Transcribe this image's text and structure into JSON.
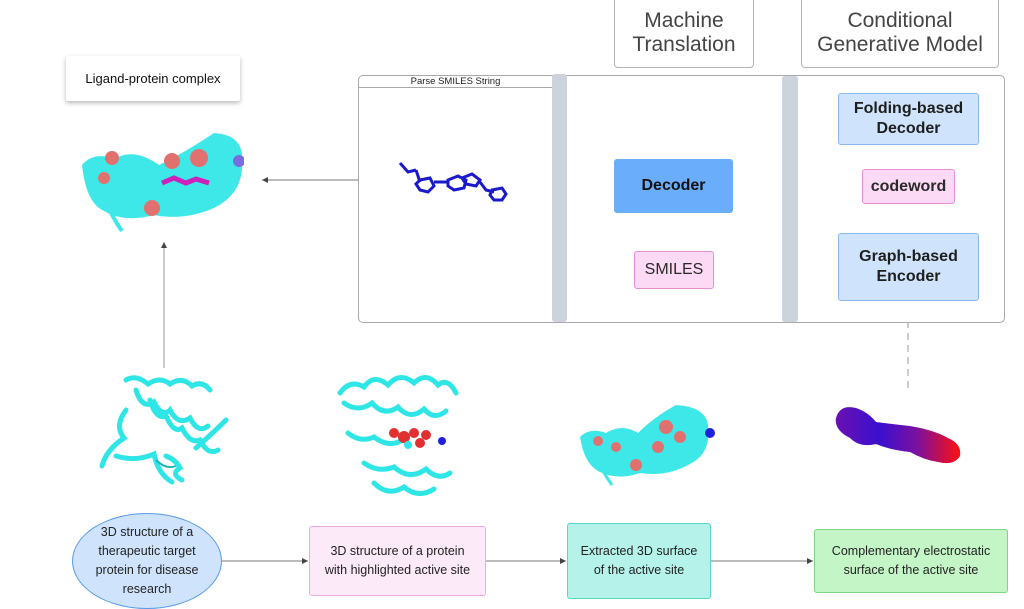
{
  "headers": {
    "machine_translation": "Machine\nTranslation",
    "conditional_generative_model": "Conditional\nGenerative Model"
  },
  "parse_smiles_panel": {
    "title": "Parse SMILES String"
  },
  "machine_translation_panel": {
    "decoder": "Decoder",
    "smiles": "SMILES"
  },
  "generative_panel": {
    "folding_decoder": "Folding-based\nDecoder",
    "codeword": "codeword",
    "graph_encoder": "Graph-based\nEncoder"
  },
  "ligand_label": "Ligand-protein complex",
  "pipeline": [
    {
      "label": "3D structure of a therapeutic target protein for disease research",
      "shape": "ellipse",
      "color": "#cfe4fc"
    },
    {
      "label": "3D structure of a protein with highlighted active site",
      "shape": "rect",
      "color": "#fdeaf9"
    },
    {
      "label": "Extracted 3D surface of the active site",
      "shape": "rect",
      "color": "#b5f2ea"
    },
    {
      "label": "Complementary electrostatic surface of the active site",
      "shape": "rect",
      "color": "#c4f5c7"
    }
  ],
  "images": {
    "ligand_complex": "ligand-protein-complex-render",
    "parsed_molecule": "parsed-molecule-render",
    "protein_structure": "protein-ribbon-render",
    "protein_active_site": "protein-active-site-render",
    "active_site_surface": "active-site-surface-render",
    "electrostatic_surface": "electrostatic-surface-render"
  },
  "colors": {
    "cyan": "#2ee6e6",
    "salmon": "#e0716e",
    "ligand_blue": "#1a1acc",
    "magenta": "#cc22bb",
    "divider": "#ccd3dc"
  }
}
